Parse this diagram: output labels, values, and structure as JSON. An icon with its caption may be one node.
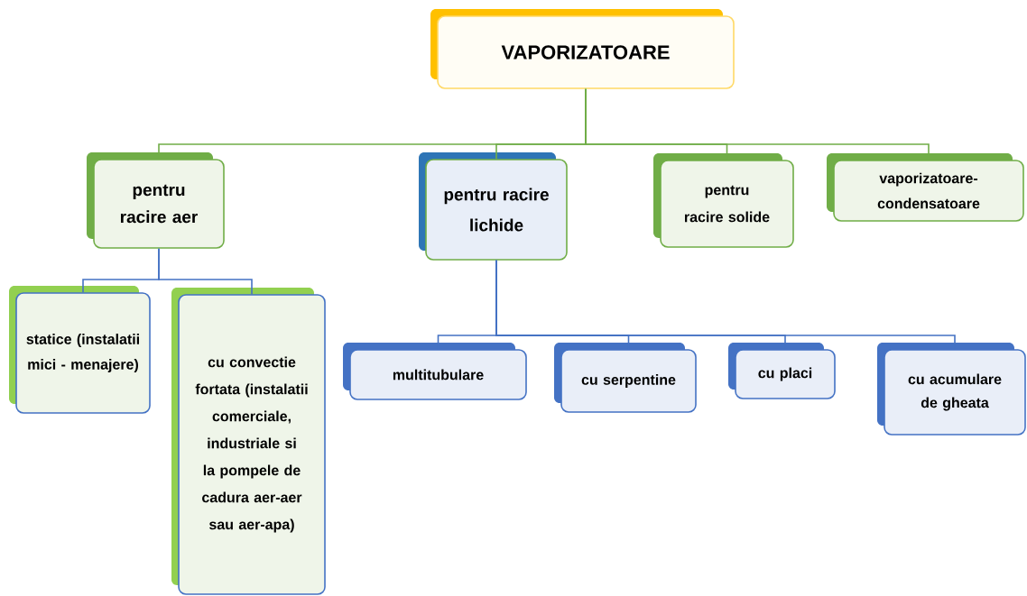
{
  "diagram": {
    "nodes": [
      {
        "text": [
          "VAPORIZATOARE"
        ]
      },
      {
        "text": [
          "pentru racire aer"
        ]
      },
      {
        "text": [
          "pentru racire lichide"
        ]
      },
      {
        "text": [
          "pentru racire solide"
        ]
      },
      {
        "text": [
          "vaporizatoare-condensatoare"
        ]
      },
      {
        "text": [
          "statice (instalatii mici - menajere)"
        ]
      },
      {
        "text": [
          "cu convectie fortata (instalatii comerciale, industriale si la pompele de cadura aer-aer sau aer-apa)"
        ]
      },
      {
        "text": [
          "multitubulare"
        ]
      },
      {
        "text": [
          "cu serpentine"
        ]
      },
      {
        "text": [
          "cu placi"
        ]
      },
      {
        "text": [
          "cu acumulare de gheata"
        ]
      }
    ],
    "edges": [
      {
        "from": 0,
        "to": 1,
        "arrow": "none",
        "color": "#70ad47"
      },
      {
        "from": 0,
        "to": 2,
        "arrow": "none",
        "color": "#70ad47"
      },
      {
        "from": 0,
        "to": 3,
        "arrow": "none",
        "color": "#70ad47"
      },
      {
        "from": 0,
        "to": 4,
        "arrow": "none",
        "color": "#70ad47"
      },
      {
        "from": 1,
        "to": 5,
        "arrow": "none"
      },
      {
        "from": 1,
        "to": 6,
        "arrow": "none"
      },
      {
        "from": 2,
        "to": 7,
        "arrow": "none"
      },
      {
        "from": 2,
        "to": 8,
        "arrow": "none"
      },
      {
        "from": 2,
        "to": 9,
        "arrow": "none"
      },
      {
        "from": 2,
        "to": 10,
        "arrow": "none"
      }
    ]
  }
}
